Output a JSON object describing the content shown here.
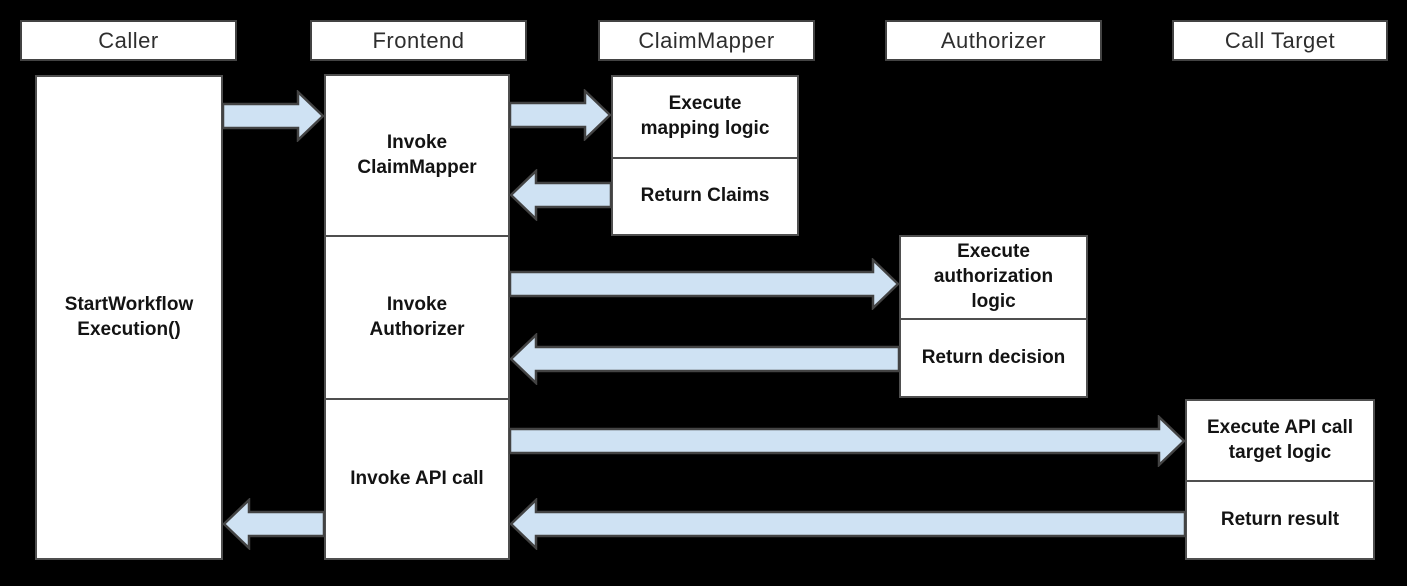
{
  "colors": {
    "background": "#000000",
    "box_fill": "#ffffff",
    "box_border": "#434343",
    "arrow_fill": "#cfe2f3",
    "arrow_stroke": "#434343"
  },
  "actors": [
    {
      "label": "Caller"
    },
    {
      "label": "Frontend"
    },
    {
      "label": "ClaimMapper"
    },
    {
      "label": "Authorizer"
    },
    {
      "label": "Call Target"
    }
  ],
  "activations": {
    "caller": {
      "label": "StartWorkflow\nExecution()"
    },
    "frontend": {
      "segments": [
        {
          "label": "Invoke\nClaimMapper"
        },
        {
          "label": "Invoke\nAuthorizer"
        },
        {
          "label": "Invoke API call"
        }
      ]
    },
    "claimmapper": {
      "segments": [
        {
          "label": "Execute\nmapping logic"
        },
        {
          "label": "Return Claims"
        }
      ]
    },
    "authorizer": {
      "segments": [
        {
          "label": "Execute\nauthorization\nlogic"
        },
        {
          "label": "Return decision"
        }
      ]
    },
    "call_target": {
      "segments": [
        {
          "label": "Execute API call\ntarget logic"
        },
        {
          "label": "Return result"
        }
      ]
    }
  },
  "arrows": [
    {
      "from": "Caller",
      "to": "Frontend"
    },
    {
      "from": "Frontend",
      "to": "ClaimMapper"
    },
    {
      "from": "ClaimMapper",
      "to": "Frontend"
    },
    {
      "from": "Frontend",
      "to": "Authorizer"
    },
    {
      "from": "Authorizer",
      "to": "Frontend"
    },
    {
      "from": "Frontend",
      "to": "Call Target"
    },
    {
      "from": "Call Target",
      "to": "Frontend"
    },
    {
      "from": "Frontend",
      "to": "Caller"
    }
  ]
}
